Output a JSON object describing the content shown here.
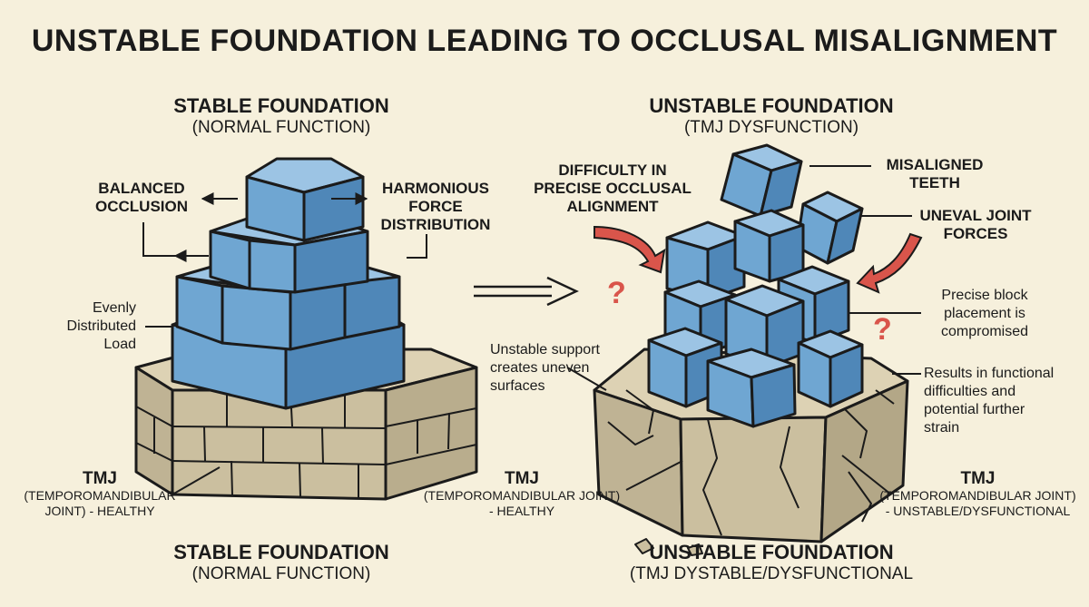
{
  "title": "UNSTABLE FOUNDATION LEADING TO OCCLUSAL MISALIGNMENT",
  "left": {
    "heading": "STABLE FOUNDATION",
    "subheading": "(NORMAL FUNCTION)",
    "label_balanced": [
      "BALANCED",
      "OCCLUSION"
    ],
    "label_harmonious": [
      "HARMONIOUS",
      "FORCE",
      "DISTRIBUTION"
    ],
    "label_load": [
      "Evenly",
      "Distributed",
      "Load"
    ],
    "tmj_title": "TMJ",
    "tmj_detail": [
      "(TEMPOROMANDIBULAR",
      "JOINT) - HEALTHY"
    ],
    "bottom_heading": "STABLE FOUNDATION",
    "bottom_subheading": "(NORMAL FUNCTION)"
  },
  "right": {
    "heading": "UNSTABLE FOUNDATION",
    "subheading": "(TMJ DYSFUNCTION)",
    "label_difficulty": [
      "DIFFICULTY IN",
      "PRECISE OCCLUSAL",
      "ALIGNMENT"
    ],
    "label_misaligned": [
      "MISALIGNED",
      "TEETH"
    ],
    "label_uneval": [
      "UNEVAL JOINT",
      "FORCES"
    ],
    "label_precise": [
      "Precise block",
      "placement is",
      "compromised"
    ],
    "label_unstable_support": [
      "Unstable support",
      "creates uneven",
      "surfaces"
    ],
    "label_results": [
      "Results in functional",
      "difficulties and",
      "potential further",
      "strain"
    ],
    "tmj_mid_title": "TMJ",
    "tmj_mid_detail": [
      "(TEMPOROMANDIBULAR JOINT)",
      "- HEALTHY"
    ],
    "tmj_right_title": "TMJ",
    "tmj_right_detail": [
      "(TEMPOROMANDIBULAR JOINT)",
      "- UNSTABLE/DYSFUNCTIONAL"
    ],
    "bottom_heading": "UNSTABLE FOUNDATION",
    "bottom_subheading": "(TMJ DYSTABLE/DYSFUNCTIONAL"
  },
  "question_mark": "?",
  "colors": {
    "background": "#f6f0dc",
    "block": "#6fa6d2",
    "stone": "#cbbf9f",
    "arrow_red": "#d9554b",
    "outline": "#1b1b1b"
  }
}
